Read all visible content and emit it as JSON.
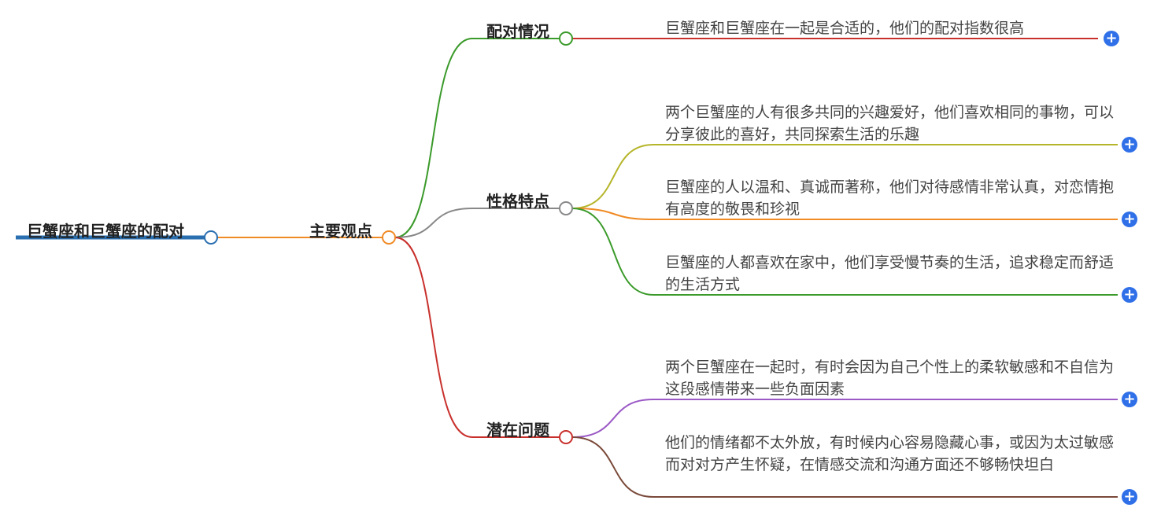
{
  "root": {
    "label": "巨蟹座和巨蟹座的配对"
  },
  "main": {
    "label": "主要观点"
  },
  "branches": [
    {
      "label": "配对情况",
      "leaves": [
        "巨蟹座和巨蟹座在一起是合适的，他们的配对指数很高"
      ]
    },
    {
      "label": "性格特点",
      "leaves": [
        "两个巨蟹座的人有很多共同的兴趣爱好，他们喜欢相同的事物，可以分享彼此的喜好，共同探索生活的乐趣",
        "巨蟹座的人以温和、真诚而著称，他们对待感情非常认真，对恋情抱有高度的敬畏和珍视",
        "巨蟹座的人都喜欢在家中，他们享受慢节奏的生活，追求稳定而舒适的生活方式"
      ]
    },
    {
      "label": "潜在问题",
      "leaves": [
        "两个巨蟹座在一起时，有时会因为自己个性上的柔软敏感和不自信为这段感情带来一些负面因素",
        "他们的情绪都不太外放，有时候内心容易隐藏心事，或因为太过敏感而对对方产生怀疑，在情感交流和沟通方面还不够畅快坦白"
      ]
    }
  ],
  "expand_icon": "+",
  "colors": {
    "root": "#2a6fb0",
    "main": "#f08a24",
    "b1": "#3a9a2a",
    "b2": "#888888",
    "b3": "#c8302c",
    "accent": "#2f6fe8"
  }
}
